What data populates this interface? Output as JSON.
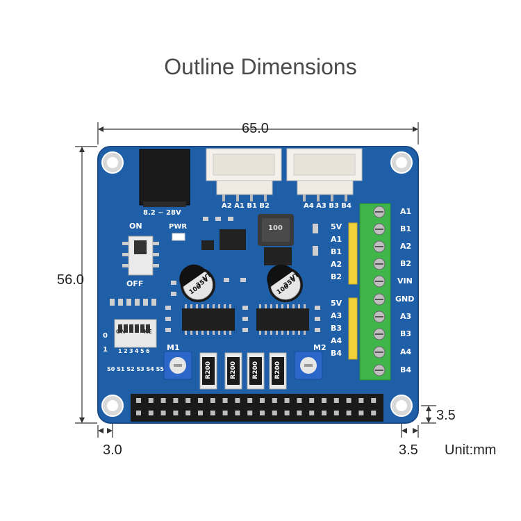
{
  "title": "Outline Dimensions",
  "dimensions": {
    "width": "65.0",
    "height": "56.0",
    "hole_offset_x": "3.0",
    "hole_offset_right": "3.5",
    "hole_offset_bottom": "3.5"
  },
  "unit": "Unit:mm",
  "board": {
    "colors": {
      "pcb": "#1f5fa8",
      "pcb_edge": "#1b4f8e",
      "silk": "#ffffff",
      "terminal": "#3fb54a",
      "header": "#f2d23b"
    },
    "power_input_label": "8.2 ~ 28V",
    "switch_on": "ON",
    "switch_off": "OFF",
    "pwr_led_label": "PWR",
    "connector_left_pins": "A2 A1 B1 B2",
    "connector_right_pins": "A4 A3 B3 B4",
    "header_group1": [
      "5V",
      "A1",
      "B1",
      "A2",
      "B2"
    ],
    "header_group2": [
      "5V",
      "A3",
      "B3",
      "A4",
      "B4"
    ],
    "terminal_pins": [
      "A1",
      "B1",
      "A2",
      "B2",
      "VIN",
      "GND",
      "A3",
      "B3",
      "A4",
      "B4"
    ],
    "dip_switch": {
      "top_left": "ON",
      "top_right": "KE",
      "numbers": [
        "1",
        "2",
        "3",
        "4",
        "5",
        "6"
      ],
      "side_0": "0",
      "side_1": "1"
    },
    "dip_bottom_labels": "S0 S1 S2 S3 S4 S5",
    "pot_labels": [
      "M1",
      "M2"
    ],
    "resistor_label": "R200",
    "inductor_label": "100",
    "capacitor_label_1": "100",
    "capacitor_label_2": "35V",
    "capacitor_label_3": "VT"
  }
}
